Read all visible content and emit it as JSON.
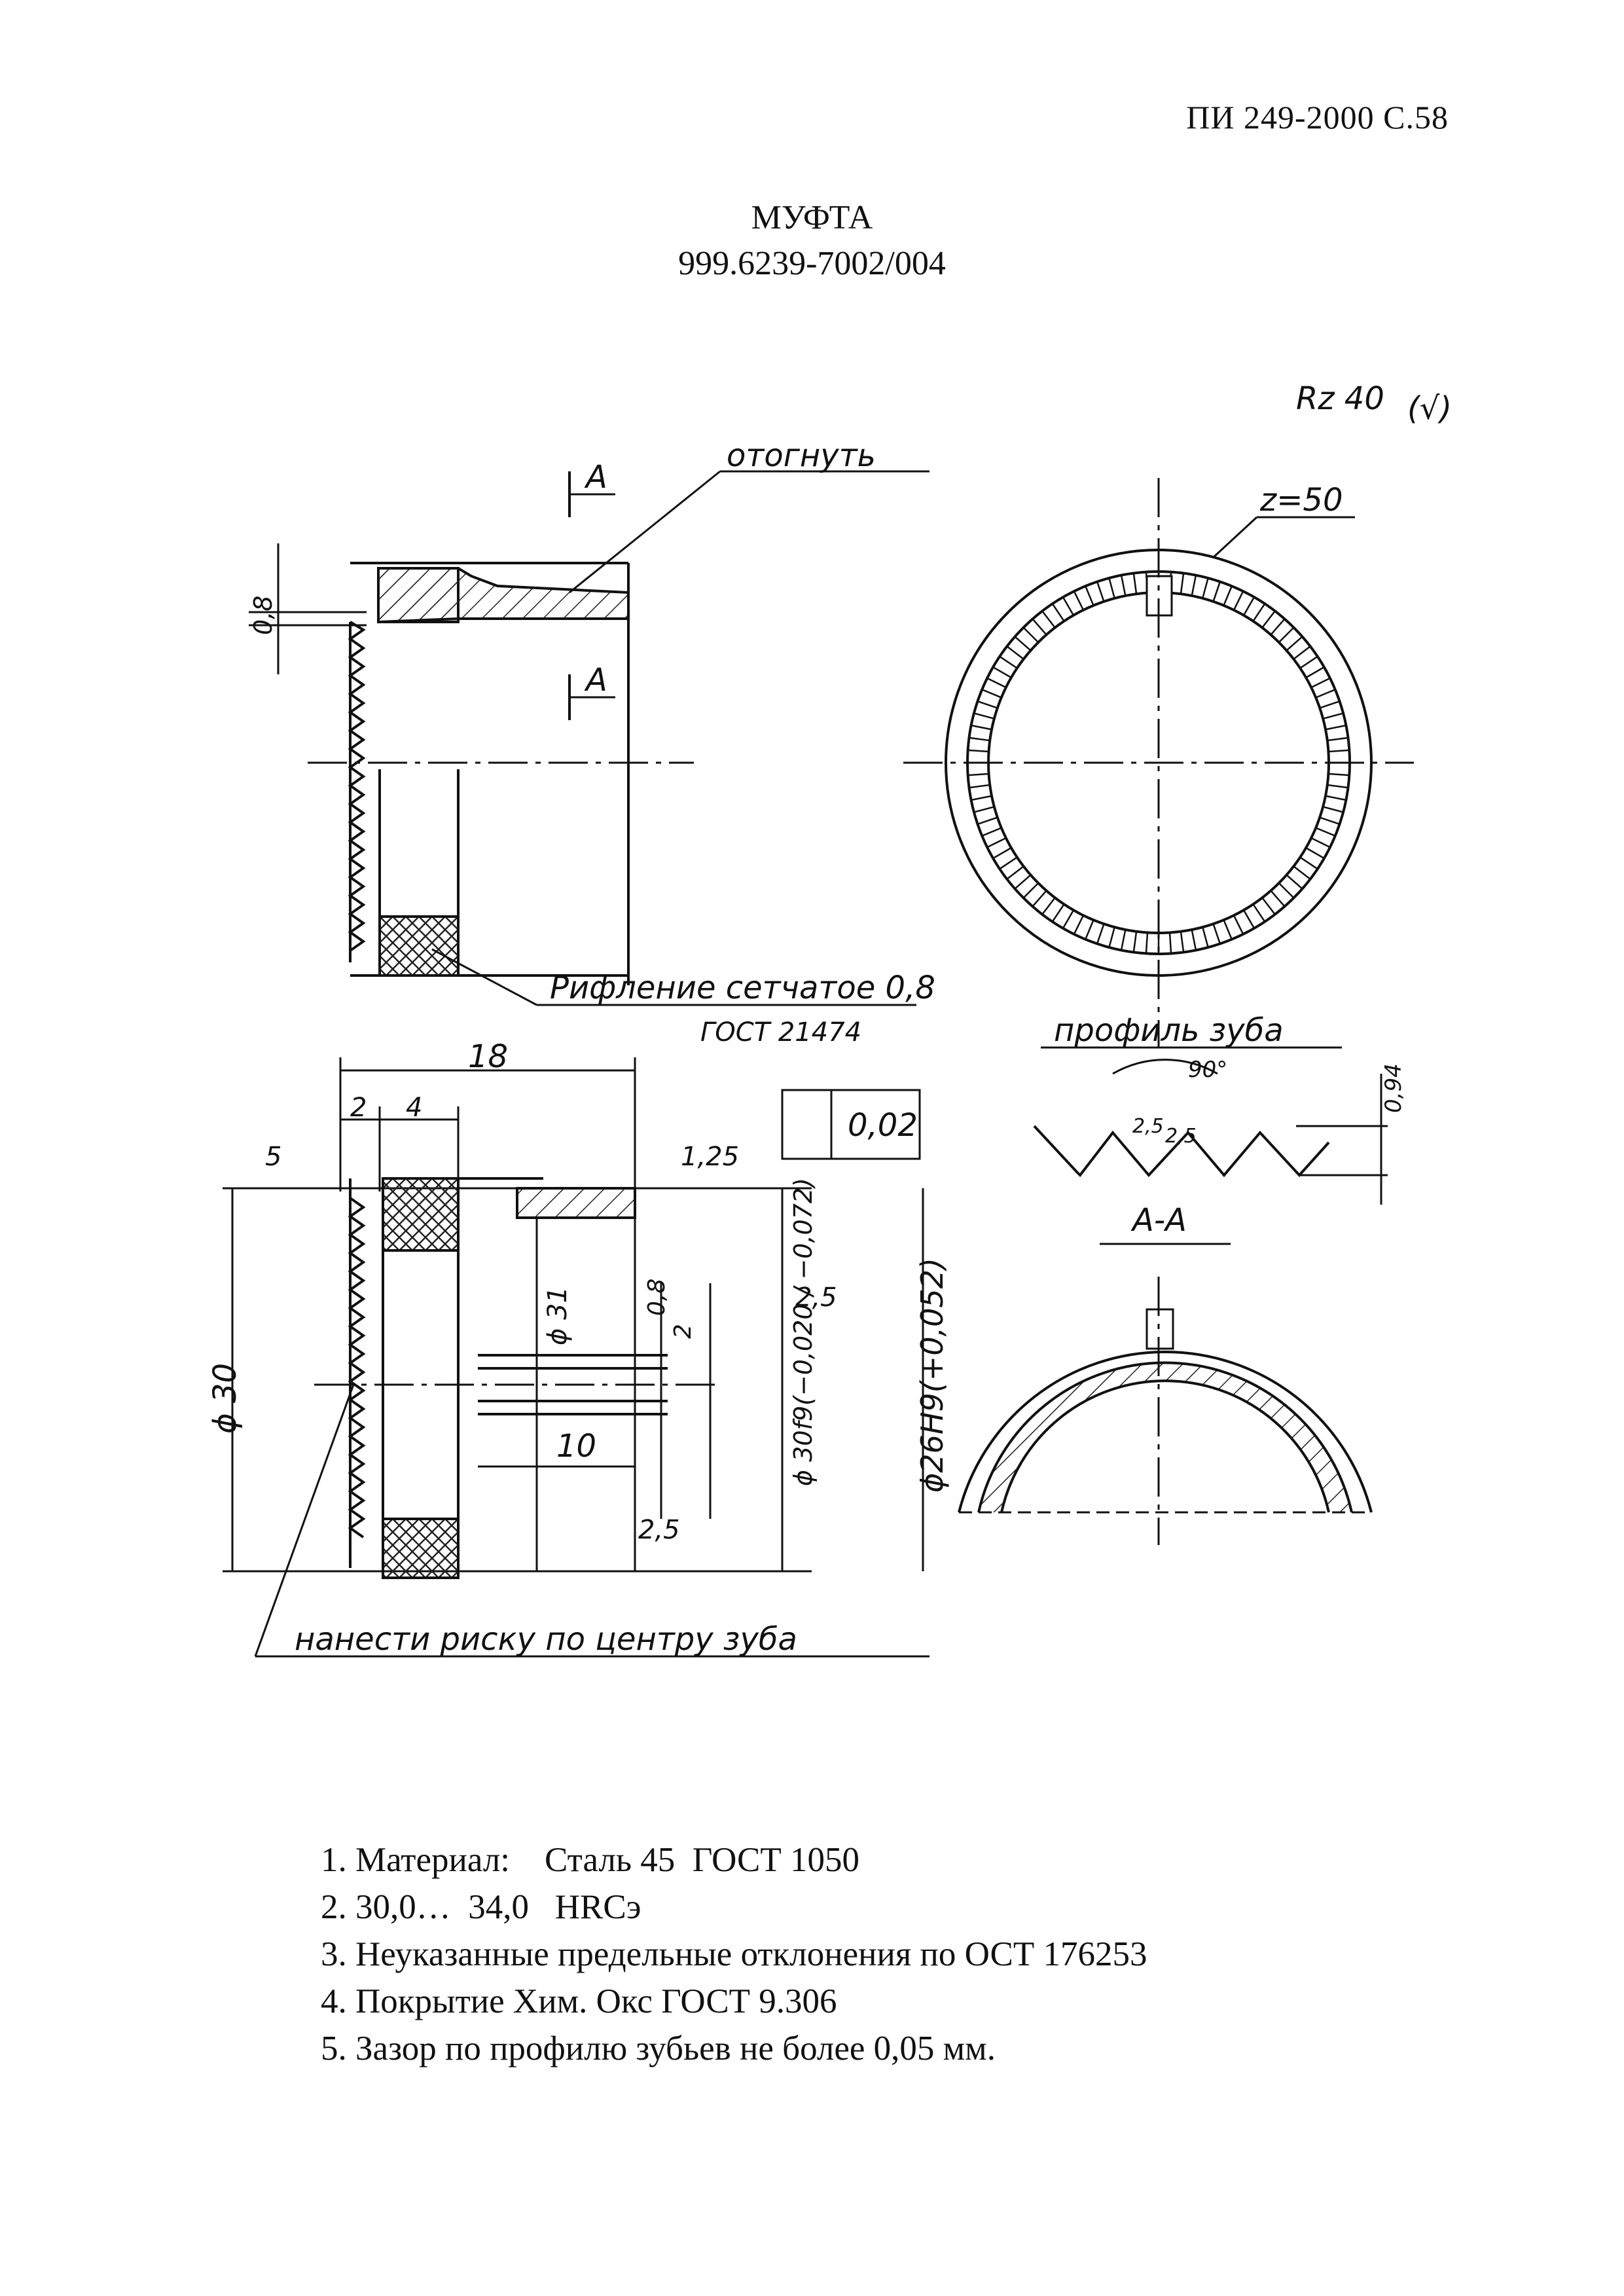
{
  "header": {
    "doc_number": "ПИ 249-2000  С.58",
    "title": "МУФТА",
    "code": "999.6239-7002/004"
  },
  "drawing": {
    "roughness": "Rz 40",
    "roughness_paren": "(√)",
    "label_bend": "отогнуть",
    "label_section_a_top": "А",
    "label_section_a_bottom": "А",
    "dim_thickness": "0,8",
    "label_teeth_count": "z=50",
    "label_knurl": "Рифление сетчатое 0,8",
    "label_knurl_gost": "ГОСТ 21474",
    "label_tooth_profile": "профиль зуба",
    "angle": "90°",
    "profile_r1": "2,5",
    "profile_r2": "2,5",
    "profile_h": "0,94",
    "section_label": "А-А",
    "dim_18": "18",
    "dim_2": "2",
    "dim_4": "4",
    "rough_5": "5",
    "rough_125": "1,25",
    "tol_value": "0,02",
    "rough_25a": "2,5",
    "rough_25b": "2,5",
    "dim_phi30": "ϕ 30",
    "dim_phi31": "ϕ 31",
    "dim_08": "0,8",
    "dim_2b": "2",
    "dim_10": "10",
    "dim_phi30f9": "ϕ 30f9(−0,020 / −0,072)",
    "dim_phi26h9": "ϕ26H9(+0,052)",
    "label_mark": "нанести риску по центру зуба"
  },
  "notes": [
    "1. Материал:    Сталь 45  ГОСТ 1050",
    "2. 30,0…  34,0   HRCэ",
    "3. Неуказанные предельные отклонения по ОСТ 176253",
    "4. Покрытие Хим. Окс ГОСТ 9.306",
    "5. Зазор по профилю зубьев не более 0,05 мм."
  ]
}
